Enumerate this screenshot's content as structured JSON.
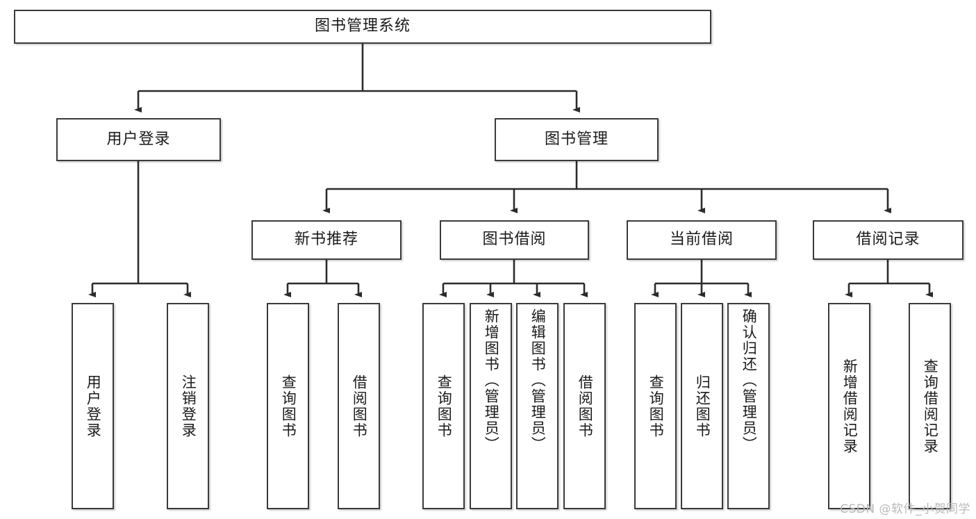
{
  "diagram": {
    "title": "图书管理系统",
    "type": "tree-hierarchy-diagram",
    "colors": {
      "box_border": "#3a3a3a",
      "box_fill": "#ffffff",
      "edge": "#2b2b2b",
      "text": "#1a1a1a",
      "watermark": "#b9b9b9"
    },
    "nodes": {
      "root": {
        "label": "图书管理系统"
      },
      "level2": [
        {
          "label": "用户登录"
        },
        {
          "label": "图书管理"
        }
      ],
      "level3": [
        {
          "label": "新书推荐"
        },
        {
          "label": "图书借阅"
        },
        {
          "label": "当前借阅"
        },
        {
          "label": "借阅记录"
        }
      ],
      "leaves": [
        {
          "label": "用户登录"
        },
        {
          "label": "注销登录"
        },
        {
          "label": "查询图书"
        },
        {
          "label": "借阅图书"
        },
        {
          "label": "查询图书"
        },
        {
          "label": "新增图书（管理员）"
        },
        {
          "label": "编辑图书（管理员）"
        },
        {
          "label": "借阅图书"
        },
        {
          "label": "查询图书"
        },
        {
          "label": "归还图书"
        },
        {
          "label": "确认归还（管理员）"
        },
        {
          "label": "新增借阅记录"
        },
        {
          "label": "查询借阅记录"
        }
      ]
    }
  },
  "watermark": {
    "text": "CSDN @软件_小贺同学"
  }
}
